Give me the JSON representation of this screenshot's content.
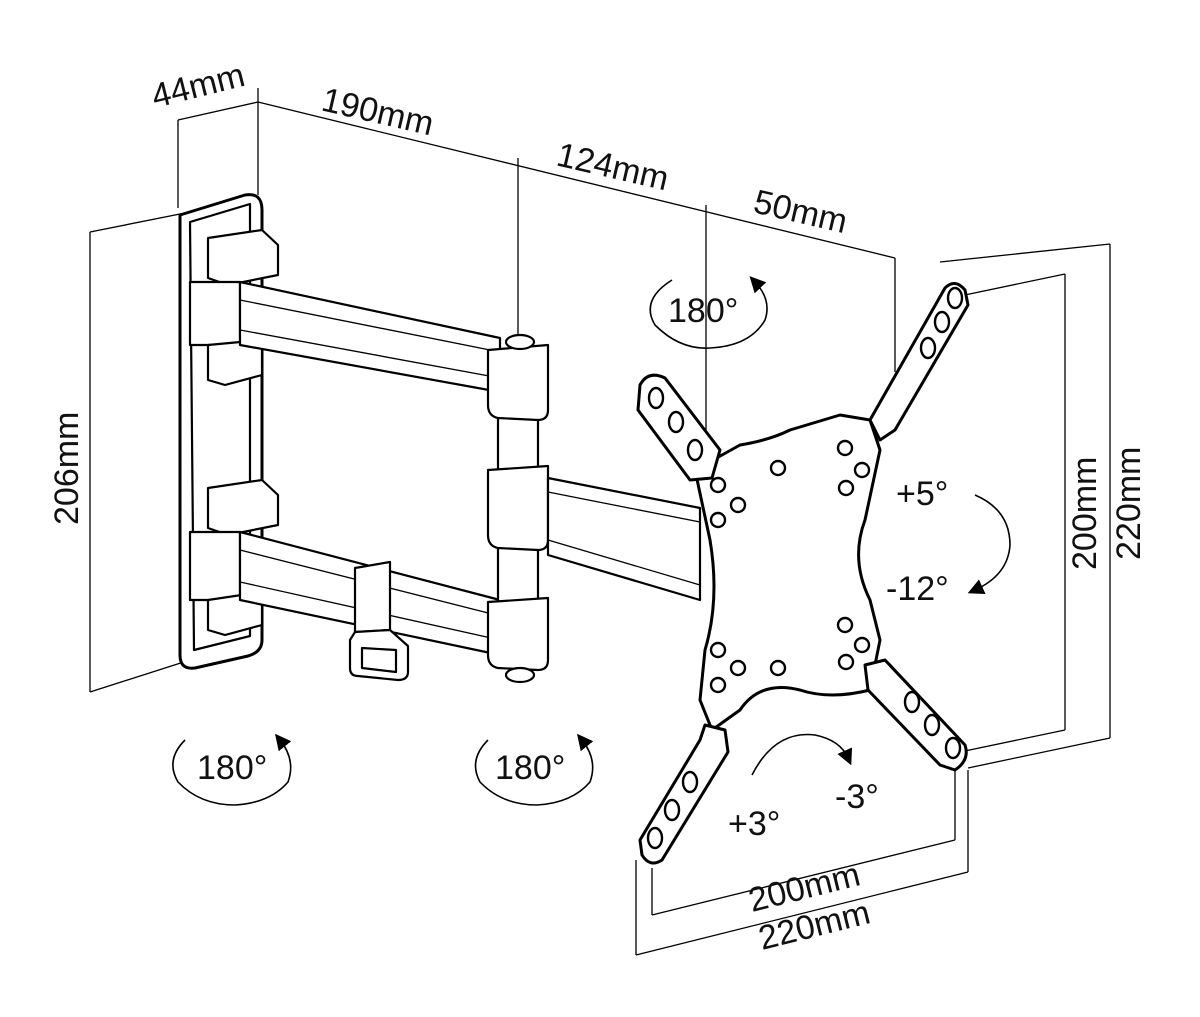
{
  "dimensions": {
    "depth_plate": "44mm",
    "arm_first": "190mm",
    "arm_second": "124mm",
    "arm_third": "50mm",
    "height_plate": "206mm",
    "vesa_inner_v": "200mm",
    "vesa_outer_v": "220mm",
    "vesa_inner_h": "200mm",
    "vesa_outer_h": "220mm"
  },
  "rotations": {
    "top_swivel": "180°",
    "wall_swivel": "180°",
    "arm_swivel": "180°",
    "tilt_up": "+5°",
    "tilt_down": "-12°",
    "level_plus": "+3°",
    "level_minus": "-3°"
  }
}
